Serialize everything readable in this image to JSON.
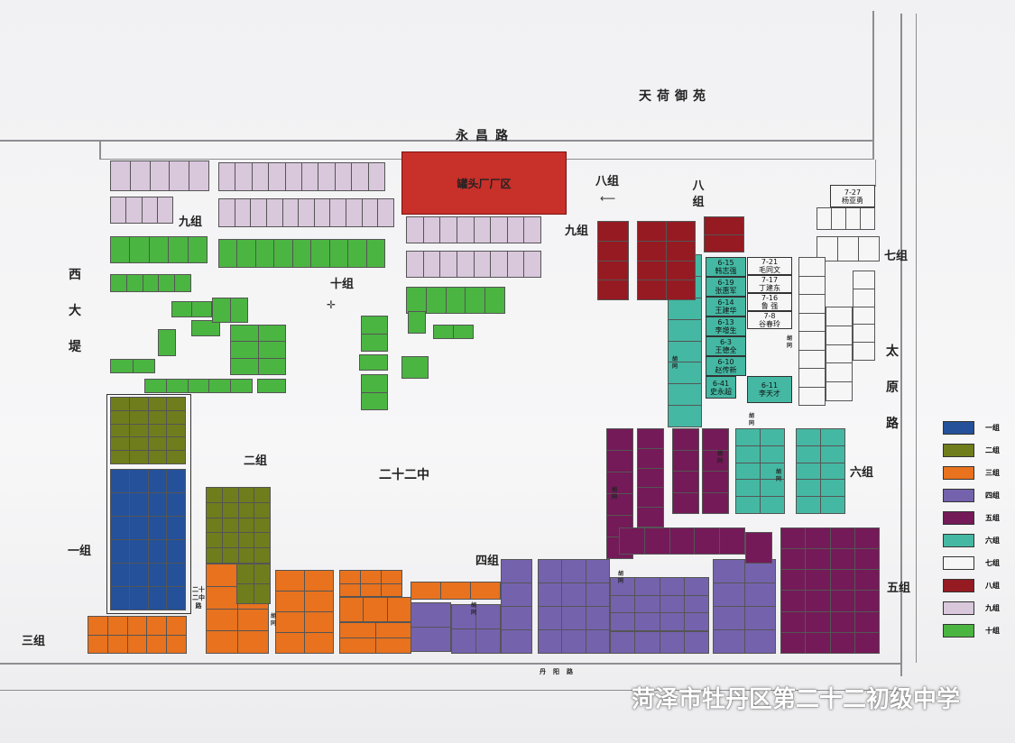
{
  "map": {
    "north_estate": "天荷御苑",
    "roads": {
      "top": "永昌路",
      "left": "西大堤",
      "right": "太原路",
      "bottom": "丹阳路",
      "inner": "二十二中路"
    },
    "factory": "罐头厂厂区",
    "school": "二十二中",
    "alley": "胡同",
    "group_labels": {
      "g1": "一组",
      "g2": "二组",
      "g3": "三组",
      "g4": "四组",
      "g5": "五组",
      "g6": "六组",
      "g7": "七组",
      "g8a": "八组",
      "g8b": "八组",
      "g9a": "九组",
      "g9b": "九组",
      "g10": "十组"
    },
    "named_cells": [
      {
        "code": "6-15",
        "name": "韩志强"
      },
      {
        "code": "6-19",
        "name": "张惠军"
      },
      {
        "code": "6-14",
        "name": "王建华"
      },
      {
        "code": "6-13",
        "name": "李增生"
      },
      {
        "code": "6-3",
        "name": "王德全"
      },
      {
        "code": "6-10",
        "name": "赵传新"
      },
      {
        "code": "6-41",
        "name": "史永超"
      },
      {
        "code": "7-21",
        "name": "毛同文"
      },
      {
        "code": "7-17",
        "name": "丁建东"
      },
      {
        "code": "7-16",
        "name": "鲁 强"
      },
      {
        "code": "7-8",
        "name": "谷春玲"
      },
      {
        "code": "6-11",
        "name": "李天才"
      },
      {
        "code": "7-27",
        "name": "杨亚勇"
      }
    ]
  },
  "legend": [
    {
      "label": "一组",
      "color": "#24519a"
    },
    {
      "label": "二组",
      "color": "#6f7d1c"
    },
    {
      "label": "三组",
      "color": "#e8721e"
    },
    {
      "label": "四组",
      "color": "#7462ad"
    },
    {
      "label": "五组",
      "color": "#741a58"
    },
    {
      "label": "六组",
      "color": "#45b8a3"
    },
    {
      "label": "七组",
      "color": "#f6f6f6"
    },
    {
      "label": "八组",
      "color": "#961a22"
    },
    {
      "label": "九组",
      "color": "#d9c7dc"
    },
    {
      "label": "十组",
      "color": "#4bb542"
    }
  ],
  "watermark": "菏泽市牡丹区第二十二初级中学"
}
